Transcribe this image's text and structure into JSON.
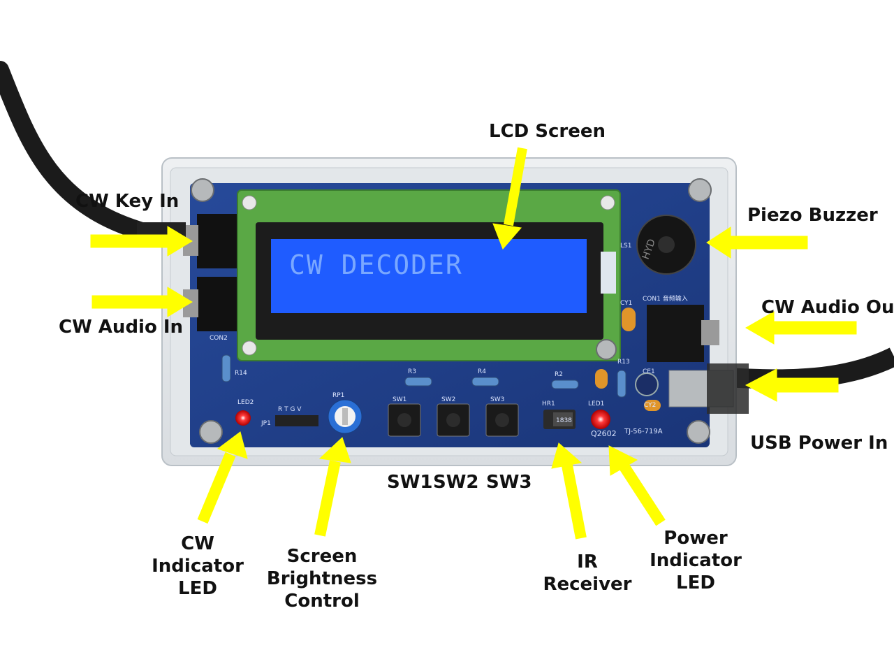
{
  "lcd": {
    "text": "CW DECODER"
  },
  "colors": {
    "arrow": "#ffff00",
    "pcb": "#1f3f8c",
    "lcd_backlight": "#1f5cff",
    "lcd_text": "#7aa8ff",
    "lcd_frame": "#5aa845"
  },
  "callouts": {
    "lcd_screen": "LCD Screen",
    "cw_key_in": "CW Key In",
    "cw_audio_in": "CW Audio In",
    "piezo_buzzer": "Piezo Buzzer",
    "cw_audio_out": "CW Audio Out",
    "usb_power_in": "USB Power In",
    "sw1": "SW1",
    "sw2": "SW2",
    "sw3": "SW3",
    "cw_indicator_led": [
      "CW",
      "Indicator",
      "LED"
    ],
    "screen_brightness": [
      "Screen",
      "Brightness",
      "Control"
    ],
    "ir_receiver": [
      "IR",
      "Receiver"
    ],
    "power_indicator_led": [
      "Power",
      "Indicator",
      "LED"
    ]
  },
  "pcb_silkscreen": {
    "con1": "CON1 音频输入",
    "con2": "CON2",
    "ls1": "LS1",
    "cy1": "CY1",
    "cy2": "CY2",
    "ce1": "CE1",
    "r2": "R2",
    "r3": "R3",
    "r4": "R4",
    "r13": "R13",
    "r14": "R14",
    "led1": "LED1",
    "led2": "LED2",
    "hr1": "HR1",
    "ir_part": "1838",
    "rp1": "RP1",
    "jp1": "JP1",
    "jp1_pins": "R T G V",
    "sw1": "SW1",
    "sw2": "SW2",
    "sw3": "SW3",
    "board_id": "TJ-56-719A",
    "q_code": "Q2602",
    "buzzer_mark": "HYD"
  }
}
